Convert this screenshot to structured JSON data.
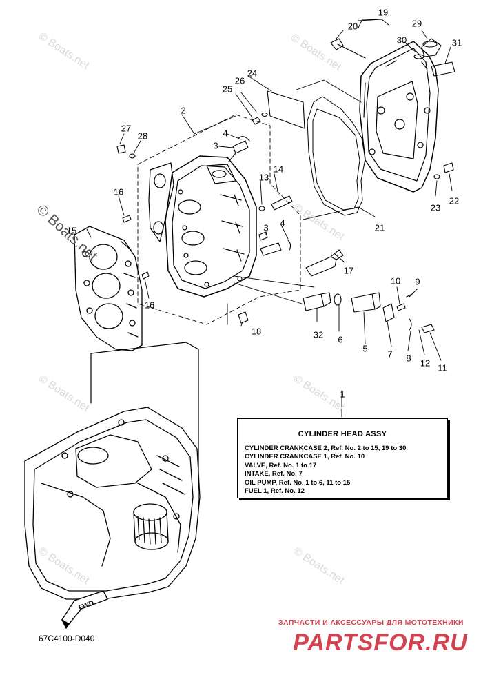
{
  "callouts": [
    {
      "id": "1",
      "text": "1"
    },
    {
      "id": "2",
      "text": "2"
    },
    {
      "id": "3a",
      "text": "3"
    },
    {
      "id": "3b",
      "text": "3"
    },
    {
      "id": "4a",
      "text": "4"
    },
    {
      "id": "4b",
      "text": "4"
    },
    {
      "id": "5",
      "text": "5"
    },
    {
      "id": "6",
      "text": "6"
    },
    {
      "id": "7",
      "text": "7"
    },
    {
      "id": "8",
      "text": "8"
    },
    {
      "id": "9",
      "text": "9"
    },
    {
      "id": "10",
      "text": "10"
    },
    {
      "id": "11",
      "text": "11"
    },
    {
      "id": "12",
      "text": "12"
    },
    {
      "id": "13",
      "text": "13"
    },
    {
      "id": "14",
      "text": "14"
    },
    {
      "id": "15",
      "text": "15"
    },
    {
      "id": "16a",
      "text": "16"
    },
    {
      "id": "16b",
      "text": "16"
    },
    {
      "id": "17",
      "text": "17"
    },
    {
      "id": "18",
      "text": "18"
    },
    {
      "id": "19",
      "text": "19"
    },
    {
      "id": "20",
      "text": "20"
    },
    {
      "id": "21",
      "text": "21"
    },
    {
      "id": "22",
      "text": "22"
    },
    {
      "id": "23",
      "text": "23"
    },
    {
      "id": "24",
      "text": "24"
    },
    {
      "id": "25",
      "text": "25"
    },
    {
      "id": "26",
      "text": "26"
    },
    {
      "id": "27",
      "text": "27"
    },
    {
      "id": "28",
      "text": "28"
    },
    {
      "id": "29",
      "text": "29"
    },
    {
      "id": "30",
      "text": "30"
    },
    {
      "id": "31",
      "text": "31"
    },
    {
      "id": "32",
      "text": "32"
    }
  ],
  "legend": {
    "title": "CYLINDER HEAD ASSY",
    "lines": [
      "CYLINDER CRANKCASE 2, Ref. No. 2 to 15, 19 to 30",
      "CYLINDER CRANKCASE 1, Ref. No. 10",
      "VALVE, Ref. No. 1 to 17",
      "INTAKE, Ref. No. 7",
      "OIL PUMP, Ref. No. 1 to 6, 11 to 15",
      "FUEL 1, Ref. No. 12"
    ]
  },
  "fwd_label": "FWD",
  "diagram_code": "67C4100-D040",
  "watermark": "© Boats.net",
  "store": {
    "tagline": "ЗАПЧАСТИ И АКСЕССУАРЫ ДЛЯ МОТОТЕХНИКИ",
    "logo": "PARTSFOR.RU",
    "color": "#d4414f"
  }
}
